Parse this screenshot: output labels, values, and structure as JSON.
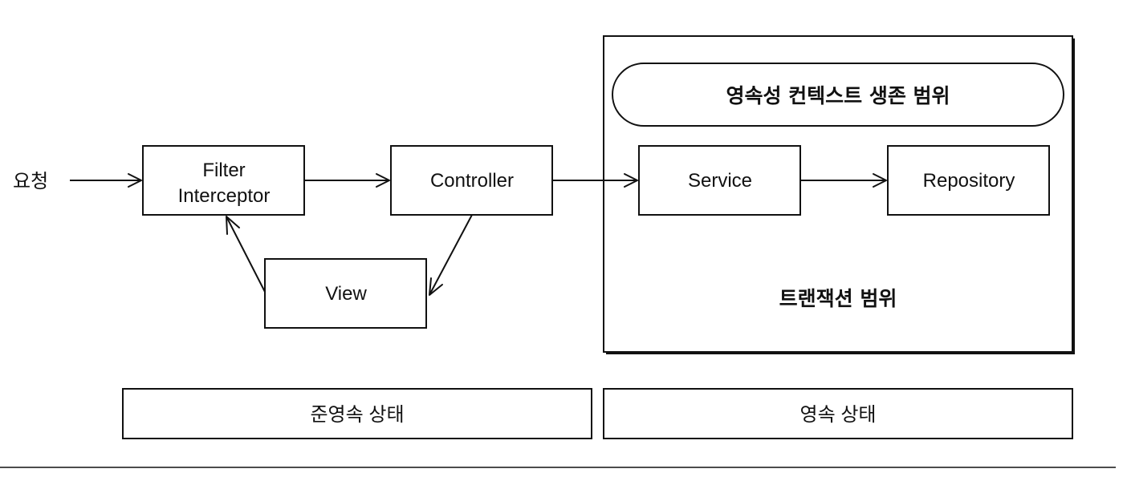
{
  "request_label": "요청",
  "nodes": {
    "filter_interceptor": [
      "Filter",
      "Interceptor"
    ],
    "controller": "Controller",
    "view": "View",
    "service": "Service",
    "repository": "Repository"
  },
  "persistence_context_scope": "영속성 컨텍스트 생존 범위",
  "transaction_scope": "트랜잭션 범위",
  "states": {
    "detached": "준영속 상태",
    "persistent": "영속 상태"
  }
}
